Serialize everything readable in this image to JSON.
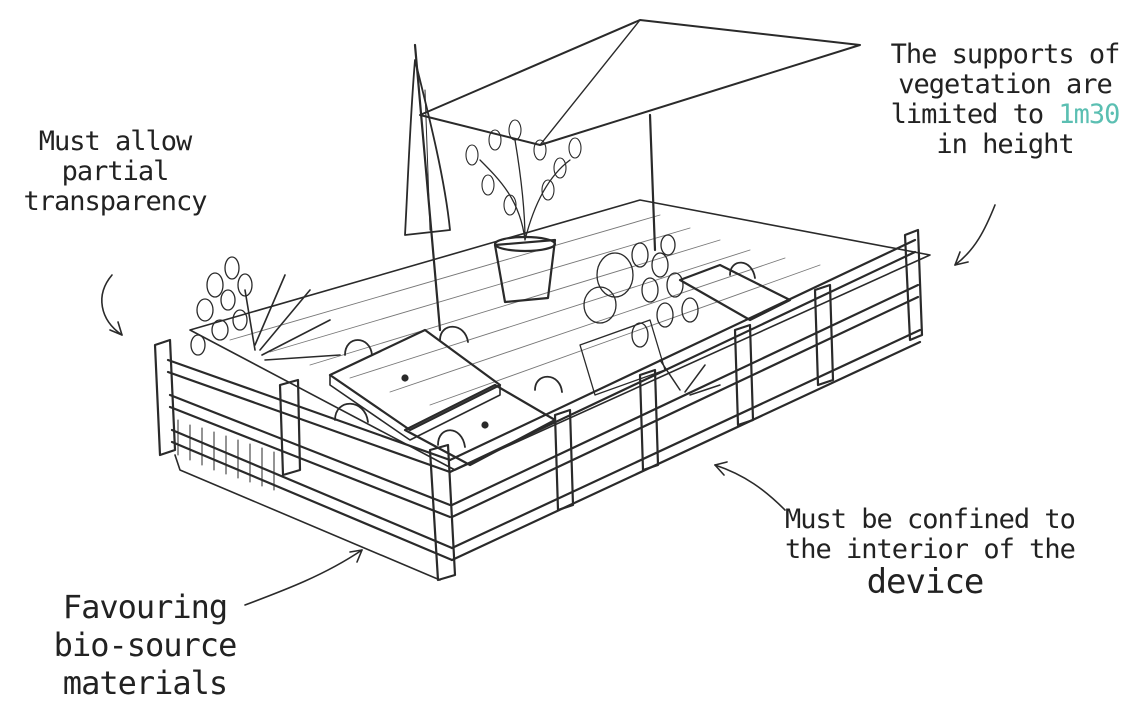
{
  "colors": {
    "ink": "#222222",
    "accent": "#5bbfb2",
    "background": "#ffffff"
  },
  "annotations": {
    "transparency": {
      "lines": [
        "Must allow",
        "partial",
        "transparency"
      ]
    },
    "vegetation": {
      "line1": "The supports of",
      "line2": "vegetation are",
      "line3_prefix": "limited to ",
      "line3_value": "1m30",
      "line4": "in height"
    },
    "confined": {
      "lines": [
        "Must be confined to",
        "the interior of the",
        "device"
      ]
    },
    "biosource": {
      "lines": [
        "Favouring",
        "bio-source",
        "materials"
      ]
    }
  }
}
